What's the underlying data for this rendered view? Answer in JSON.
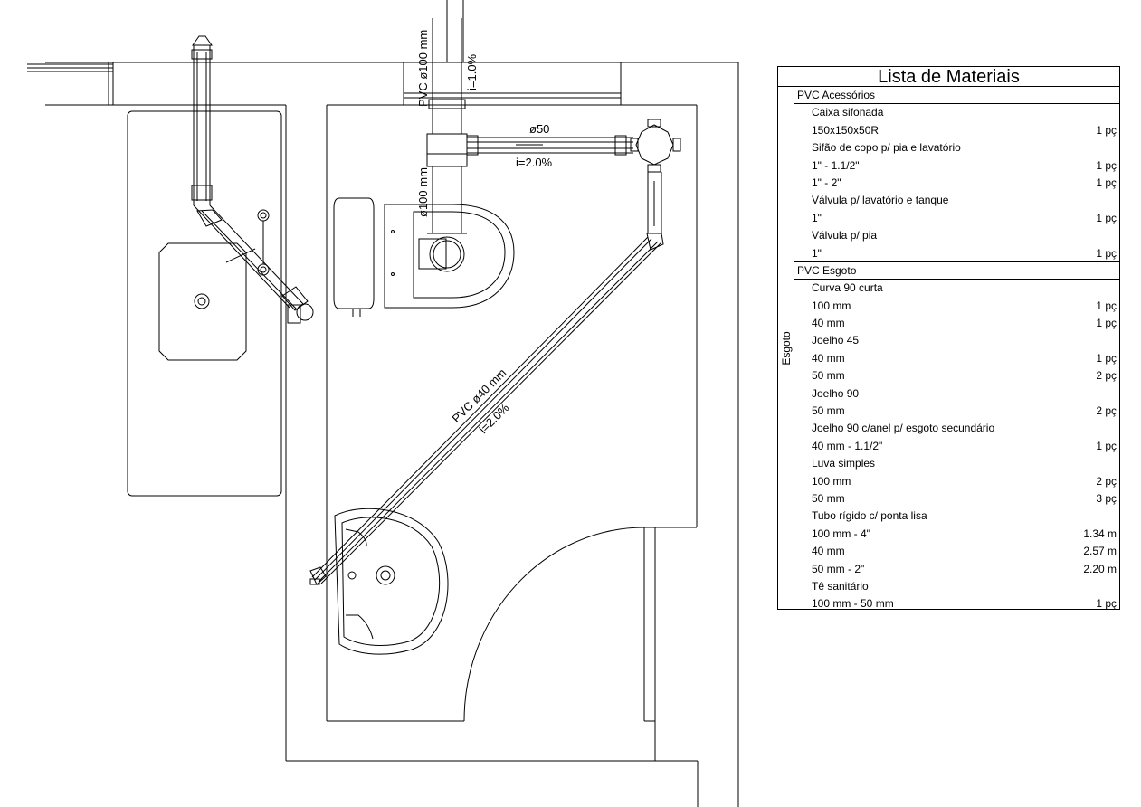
{
  "plan": {
    "labels": {
      "vertical_pipe_diameter": "PVC  ø100 mm",
      "vertical_pipe_slope": "i=1.0%",
      "branch_diameter": "ø50",
      "branch_slope": "i=2.0%",
      "toilet_pipe_diameter": "ø100 mm",
      "diagonal_pipe_diameter": "PVC  ø40 mm",
      "diagonal_pipe_slope": "i=2.0%"
    }
  },
  "material_list": {
    "title": "Lista de Materiais",
    "side_label": "Esgoto",
    "groups": [
      {
        "name": "PVC Acessórios",
        "items": [
          {
            "name": "Caixa sifonada",
            "variants": [
              {
                "size": "150x150x50R",
                "qty": "1 pç"
              }
            ]
          },
          {
            "name": "Sifão de copo p/ pia e lavatório",
            "variants": [
              {
                "size": "1\" - 1.1/2\"",
                "qty": "1 pç"
              },
              {
                "size": "1\" - 2\"",
                "qty": "1 pç"
              }
            ]
          },
          {
            "name": "Válvula p/ lavatório e tanque",
            "variants": [
              {
                "size": "1\"",
                "qty": "1 pç"
              }
            ]
          },
          {
            "name": "Válvula p/ pia",
            "variants": [
              {
                "size": "1\"",
                "qty": "1 pç"
              }
            ]
          }
        ]
      },
      {
        "name": "PVC Esgoto",
        "items": [
          {
            "name": "Curva 90 curta",
            "variants": [
              {
                "size": "100 mm",
                "qty": "1 pç"
              },
              {
                "size": "40 mm",
                "qty": "1 pç"
              }
            ]
          },
          {
            "name": "Joelho 45",
            "variants": [
              {
                "size": "40 mm",
                "qty": "1 pç"
              },
              {
                "size": "50 mm",
                "qty": "2 pç"
              }
            ]
          },
          {
            "name": "Joelho 90",
            "variants": [
              {
                "size": "50 mm",
                "qty": "2 pç"
              }
            ]
          },
          {
            "name": "Joelho 90 c/anel p/ esgoto secundário",
            "variants": [
              {
                "size": "40 mm - 1.1/2\"",
                "qty": "1 pç"
              }
            ]
          },
          {
            "name": "Luva simples",
            "variants": [
              {
                "size": "100 mm",
                "qty": "2 pç"
              },
              {
                "size": "50 mm",
                "qty": "3 pç"
              }
            ]
          },
          {
            "name": "Tubo rígido c/ ponta lisa",
            "variants": [
              {
                "size": "100 mm - 4\"",
                "qty": "1.34 m"
              },
              {
                "size": "40 mm",
                "qty": "2.57 m"
              },
              {
                "size": "50 mm - 2\"",
                "qty": "2.20 m"
              }
            ]
          },
          {
            "name": "Tê sanitário",
            "variants": [
              {
                "size": "100 mm - 50 mm",
                "qty": "1 pç"
              }
            ]
          }
        ]
      }
    ]
  }
}
